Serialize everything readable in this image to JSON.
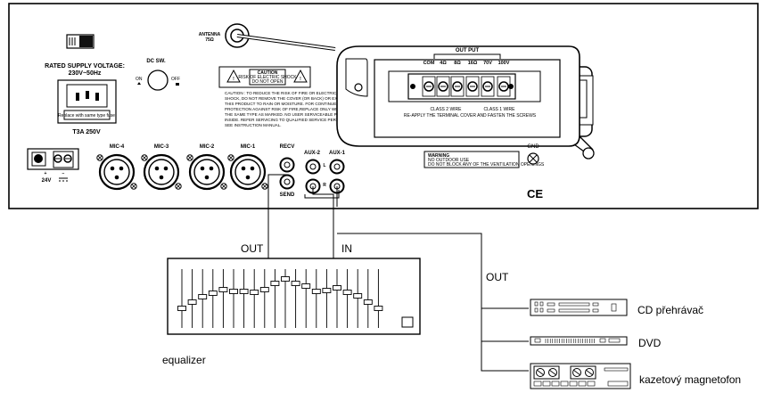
{
  "panel": {
    "rated_label": "RATED SUPPLY VOLTAGE:",
    "rated_value": "230V~50Hz",
    "fuse_label": "T3A 250V",
    "fuse_note": "Replace with same type fuse",
    "dc_sw_label": "DC SW.",
    "dc_on": "ON",
    "dc_off": "OFF",
    "dc_24v": "24V",
    "antenna_label": "ANTENNA",
    "antenna_ohm": "75Ω",
    "caution_title": "CAUTION",
    "caution_sub1": "RISK OF ELECTRIC SHOCK",
    "caution_sub2": "DO NOT OPEN",
    "caution_lines": [
      "CAUTION : TO REDUCE THE RISK OF FIRE OR ELECTRIC",
      "SHOCK, DO NOT REMOVE THE COVER (OR BACK) OR EXPOSE",
      "THIS PRODUCT TO RAIN OR MOISTURE. FOR CONTINUED",
      "PROTECTION AGAINST RISK OF FIRE,REPLACE ONLY WITH",
      "THE SAME TYPE AS MARKED. NO USER SERVICEABLE PARTS",
      "INSIDE. REFER SERVICING TO QUALIFIED SERVICE PERSONNEL.",
      "SEE INSTRUCTION MANUAL."
    ],
    "output_title": "OUT PUT",
    "output_terminals": [
      "COM",
      "4Ω",
      "8Ω",
      "16Ω",
      "70V",
      "100V"
    ],
    "class2_label": "CLASS 2 WIRE",
    "class1_label": "CLASS 1 WIRE",
    "reapply_note": "RE-APPLY THE TERMINAL COVER AND FASTEN THE SCREWS",
    "warning_title": "WARNING",
    "warning_line1": "NO OUTDOOR USE",
    "warning_line2": "DO NOT BLOCK ANY OF THE VENTILATION OPENINGS",
    "gnd_label": "GND",
    "mic_labels": [
      "MIC-4",
      "MIC-3",
      "MIC-2",
      "MIC-1"
    ],
    "recv_label": "RECV",
    "send_label": "SEND",
    "aux2_label": "AUX-2",
    "aux1_label": "AUX-1",
    "l_label": "L",
    "r_label": "R",
    "ce_mark": "CE"
  },
  "diagram": {
    "out_label": "OUT",
    "in_label": "IN",
    "out_right_label": "OUT",
    "equalizer_label": "equalizer",
    "devices": [
      {
        "name": "cd-player",
        "label": "CD přehrávač"
      },
      {
        "name": "dvd-player",
        "label": "DVD"
      },
      {
        "name": "cassette-deck",
        "label": "kazetový magnetofon"
      }
    ]
  }
}
